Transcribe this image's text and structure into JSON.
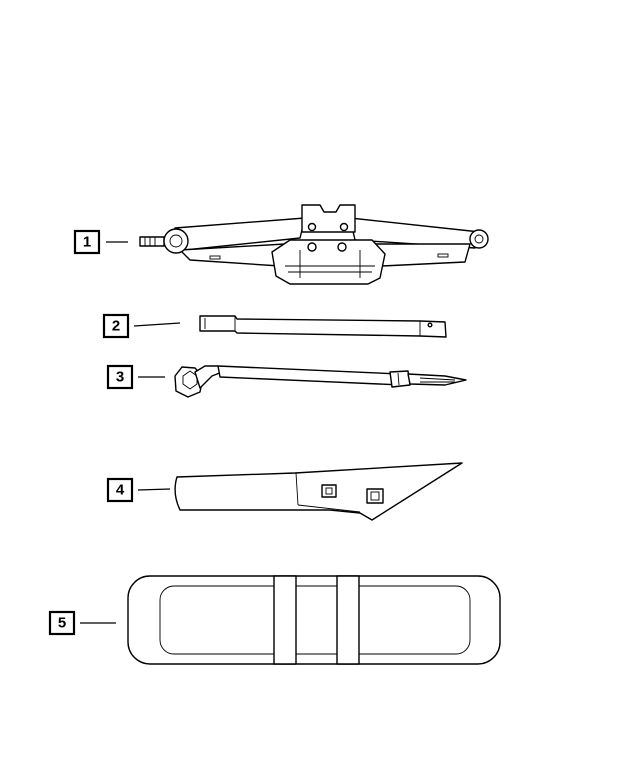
{
  "callouts": [
    {
      "number": "1"
    },
    {
      "number": "2"
    },
    {
      "number": "3"
    },
    {
      "number": "4"
    },
    {
      "number": "5"
    }
  ],
  "parts": [
    {
      "callout": "1",
      "icon": "scissor-jack-icon"
    },
    {
      "callout": "2",
      "icon": "extension-rod-icon"
    },
    {
      "callout": "3",
      "icon": "lug-wrench-icon"
    },
    {
      "callout": "4",
      "icon": "jack-handle-icon"
    },
    {
      "callout": "5",
      "icon": "storage-tray-icon"
    }
  ]
}
